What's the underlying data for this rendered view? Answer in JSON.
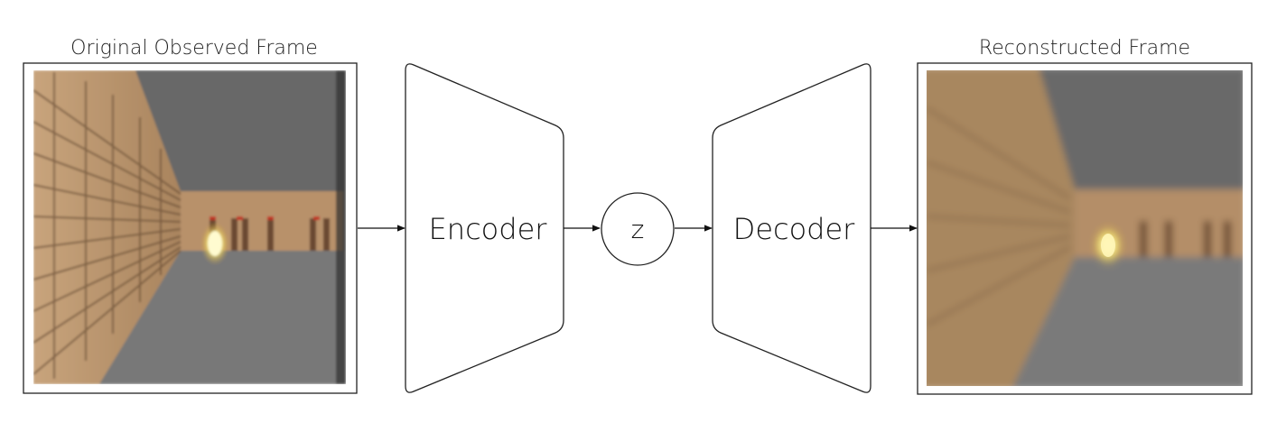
{
  "left_frame": {
    "caption": "Original Observed Frame"
  },
  "right_frame": {
    "caption": "Reconstructed Frame"
  },
  "encoder": {
    "label": "Encoder"
  },
  "latent": {
    "label": "z"
  },
  "decoder": {
    "label": "Decoder"
  },
  "colors": {
    "outline": "#222222",
    "wall": "#b89670",
    "wall_dark": "#8a6a4a",
    "brick_line": "#6e5238",
    "ceiling": "#6a6a6a",
    "floor": "#7a7a7a",
    "light": "#fff3a0"
  }
}
